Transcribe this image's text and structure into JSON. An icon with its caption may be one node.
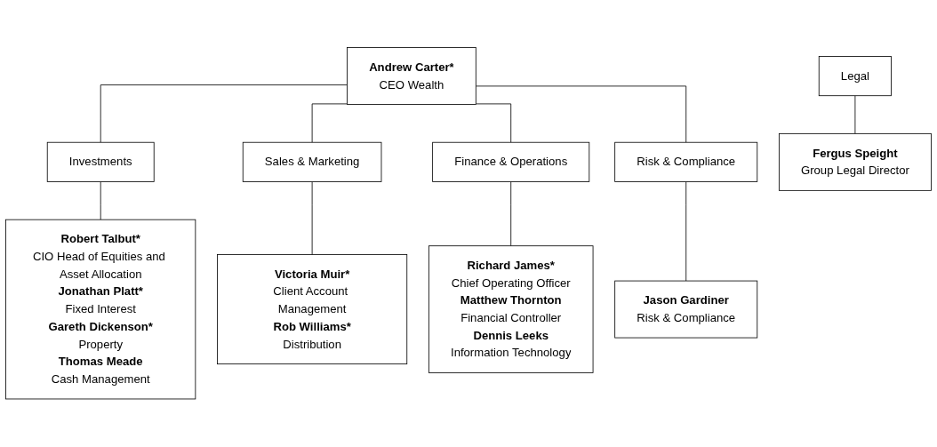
{
  "diagram": {
    "nodes": [
      {
        "text": [
          "Andrew Carter*",
          "CEO Wealth"
        ]
      },
      {
        "text": [
          "Investments"
        ]
      },
      {
        "text": [
          "Sales & Marketing"
        ]
      },
      {
        "text": [
          "Finance & Operations"
        ]
      },
      {
        "text": [
          "Risk & Compliance"
        ]
      },
      {
        "text": [
          "Robert Talbut*",
          "CIO Head of Equities and Asset Allocation",
          "Jonathan Platt*",
          "Fixed Interest",
          "Gareth Dickenson*",
          "Property",
          "Thomas Meade",
          "Cash Management"
        ]
      },
      {
        "text": [
          "Victoria Muir*",
          "Client Account Management",
          "Rob Williams*",
          "Distribution"
        ]
      },
      {
        "text": [
          "Richard James*",
          "Chief Operating Officer",
          "Matthew Thornton",
          "Financial Controller",
          "Dennis Leeks",
          "Information Technology"
        ]
      },
      {
        "text": [
          "Jason Gardiner",
          "Risk & Compliance"
        ]
      },
      {
        "text": [
          "Legal"
        ]
      },
      {
        "text": [
          "Fergus Speight",
          "Group Legal Director"
        ]
      }
    ],
    "edges": [
      {
        "from": 0,
        "to": 1,
        "arrow": "none"
      },
      {
        "from": 0,
        "to": 2,
        "arrow": "none"
      },
      {
        "from": 0,
        "to": 3,
        "arrow": "none"
      },
      {
        "from": 0,
        "to": 4,
        "arrow": "none"
      },
      {
        "from": 1,
        "to": 5,
        "arrow": "none"
      },
      {
        "from": 2,
        "to": 6,
        "arrow": "none"
      },
      {
        "from": 3,
        "to": 7,
        "arrow": "none"
      },
      {
        "from": 4,
        "to": 8,
        "arrow": "none"
      },
      {
        "from": 9,
        "to": 10,
        "arrow": "none"
      }
    ]
  }
}
